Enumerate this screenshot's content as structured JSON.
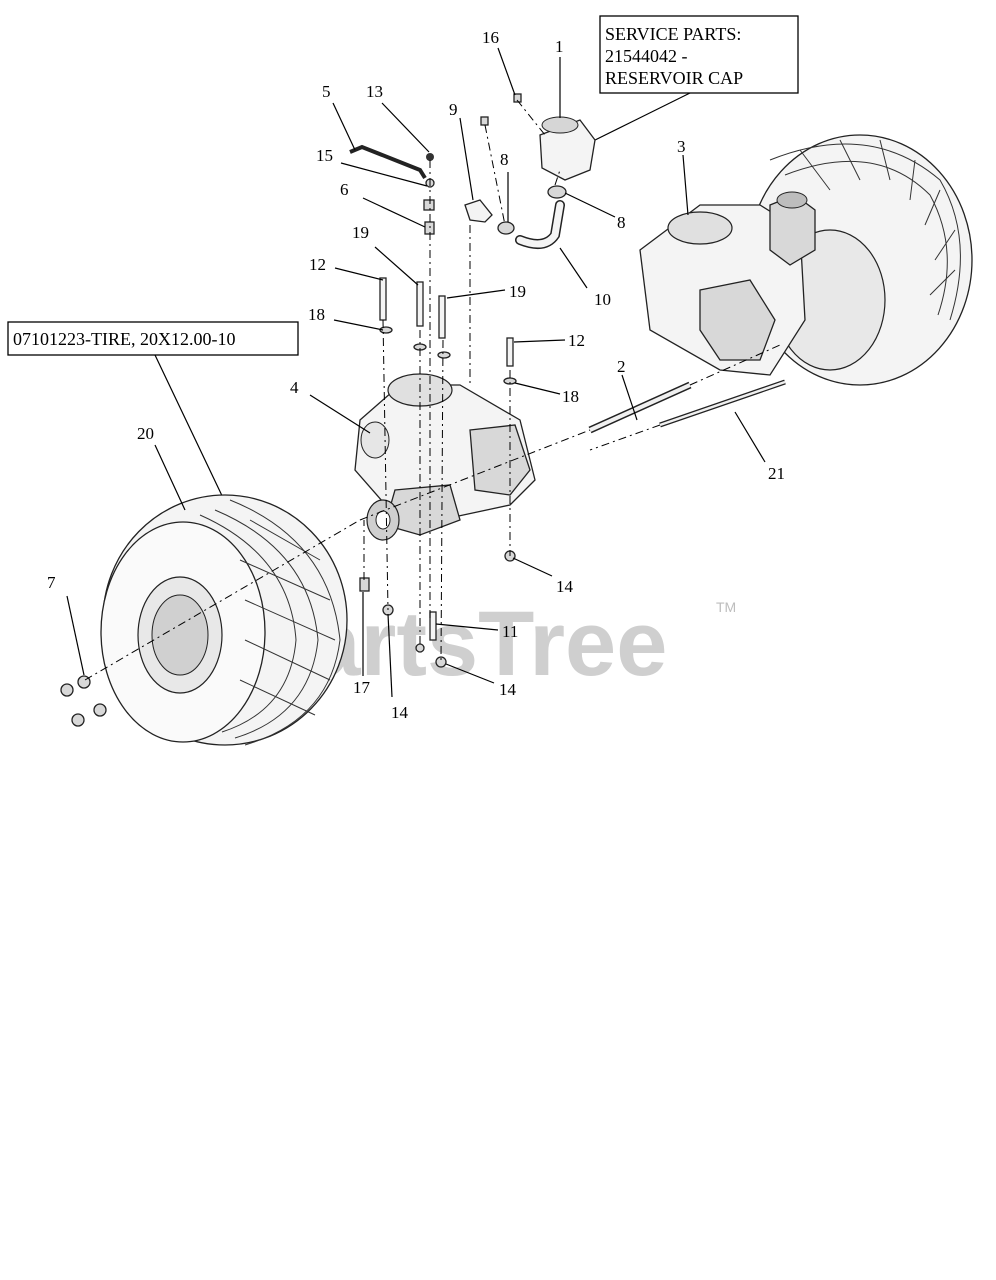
{
  "service_box": {
    "line1": "SERVICE PARTS:",
    "line2": "21544042 -",
    "line3": "RESERVOIR CAP"
  },
  "tire_box": {
    "label": "07101223-TIRE, 20X12.00-10"
  },
  "callouts": {
    "c1": "1",
    "c2": "2",
    "c3": "3",
    "c4": "4",
    "c5": "5",
    "c6": "6",
    "c7": "7",
    "c8a": "8",
    "c8b": "8",
    "c9": "9",
    "c10": "10",
    "c11": "11",
    "c12a": "12",
    "c12b": "12",
    "c13": "13",
    "c14a": "14",
    "c14b": "14",
    "c14c": "14",
    "c15": "15",
    "c16": "16",
    "c17": "17",
    "c18a": "18",
    "c18b": "18",
    "c19a": "19",
    "c19b": "19",
    "c20": "20",
    "c21": "21"
  },
  "watermark": {
    "text": "PartsTree",
    "tm": "TM"
  }
}
